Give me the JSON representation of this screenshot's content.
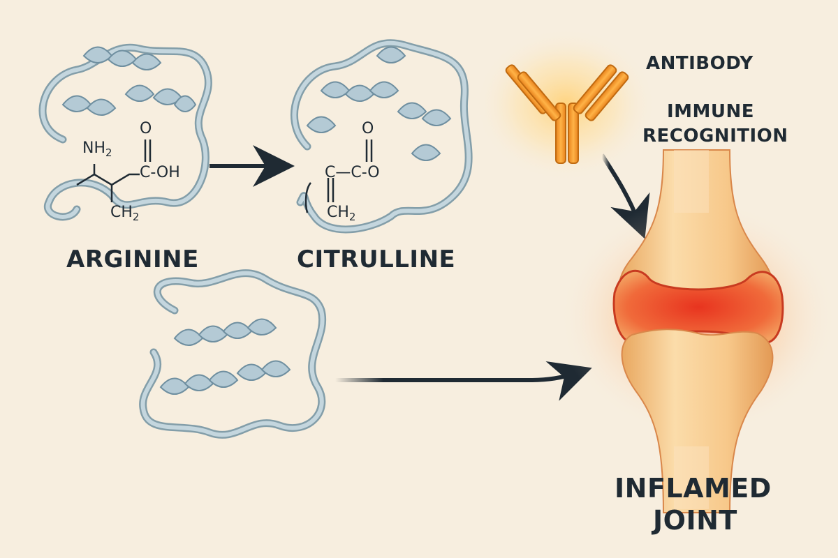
{
  "labels": {
    "arginine": "ARGININE",
    "citrulline": "CITRULLINE",
    "antibody": "ANTIBODY",
    "immune_line1": "IMMUNE",
    "immune_line2": "RECOGNITION",
    "joint_line1": "INFLAMED",
    "joint_line2": "JOINT"
  },
  "arginine_structure": {
    "oxygen": "O",
    "amine": "NH",
    "amine_sub": "2",
    "carboxyl": "C-OH",
    "methylene": "CH",
    "methylene_sub": "2"
  },
  "citrulline_structure": {
    "oxygen": "O",
    "backbone": "C—C-O",
    "methylene": "CH",
    "methylene_sub": "2"
  },
  "icons": [
    "protein-ribbon-icon",
    "antibody-icon",
    "joint-icon",
    "arrow-icon"
  ],
  "colors": {
    "background": "#f7eedf",
    "protein": "#a9c3cf",
    "protein_outline": "#6f8fa0",
    "antibody": "#f0a032",
    "inflammation": "#e0402a",
    "bone": "#f6c98a",
    "text": "#1f2a33"
  }
}
